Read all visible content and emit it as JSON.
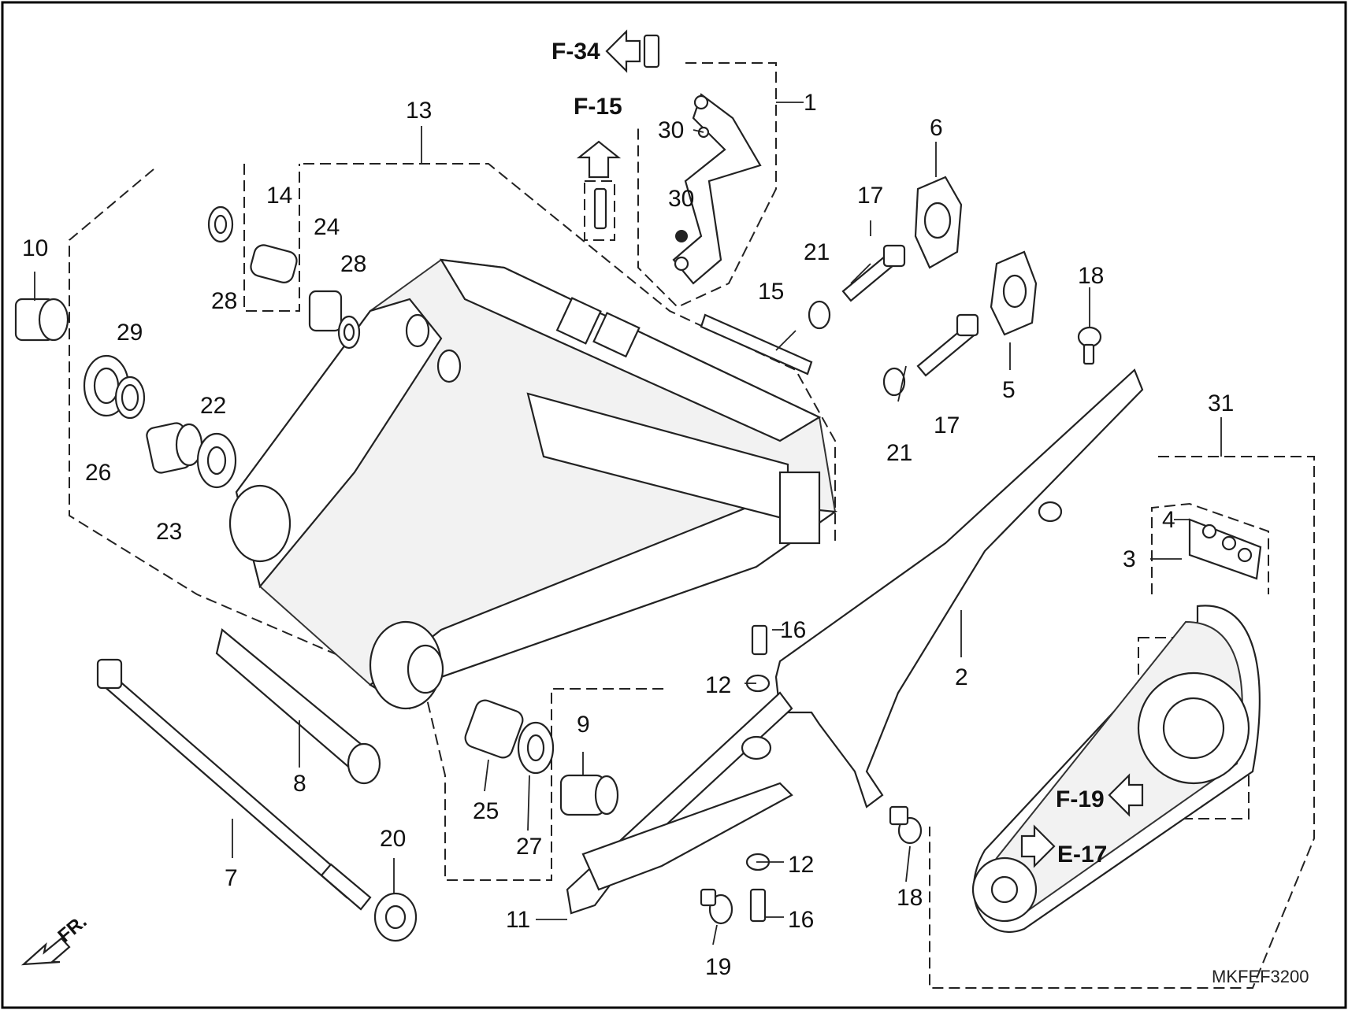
{
  "drawing_code": "MKFEF3200",
  "front_marker": "FR.",
  "refs": {
    "f34": "F-34",
    "f15": "F-15",
    "f19": "F-19",
    "e17": "E-17"
  },
  "callouts": {
    "c1": "1",
    "c2": "2",
    "c3": "3",
    "c4": "4",
    "c5": "5",
    "c6": "6",
    "c7": "7",
    "c8": "8",
    "c9": "9",
    "c10": "10",
    "c11": "11",
    "c12a": "12",
    "c12b": "12",
    "c13": "13",
    "c14": "14",
    "c15": "15",
    "c16a": "16",
    "c16b": "16",
    "c17a": "17",
    "c17b": "17",
    "c18a": "18",
    "c18b": "18",
    "c19": "19",
    "c20": "20",
    "c21a": "21",
    "c21b": "21",
    "c22": "22",
    "c23": "23",
    "c24": "24",
    "c25": "25",
    "c26": "26",
    "c27": "27",
    "c28a": "28",
    "c28b": "28",
    "c29": "29",
    "c30a": "30",
    "c30b": "30",
    "c31": "31"
  }
}
